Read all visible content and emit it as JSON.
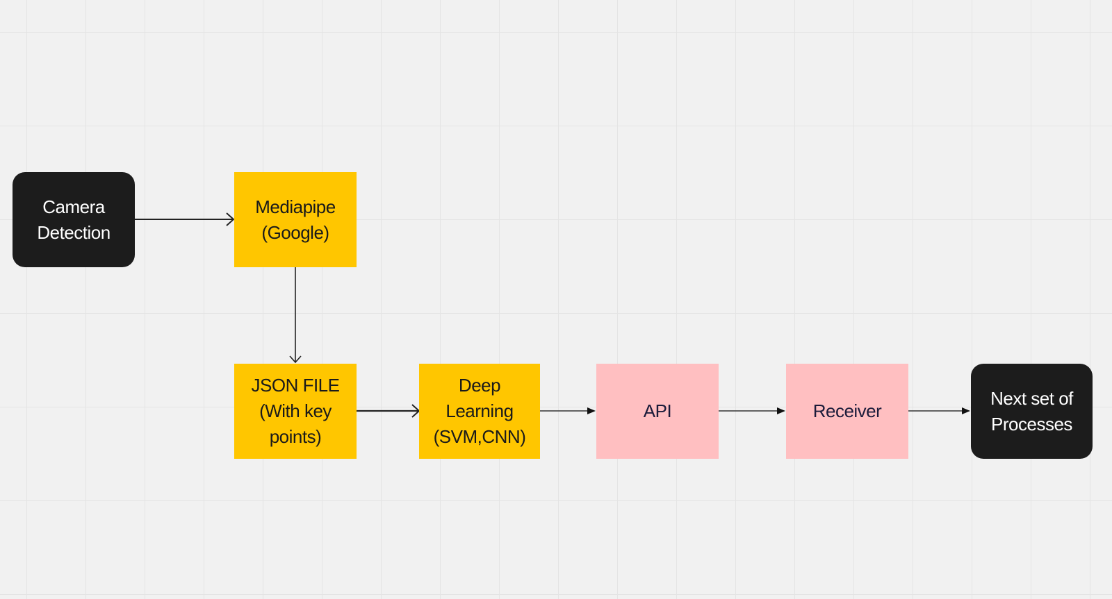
{
  "diagram": {
    "nodes": {
      "camera_detection": {
        "line1": "Camera",
        "line2": "Detection",
        "fill": "#1c1c1c"
      },
      "mediapipe": {
        "line1": "Mediapipe",
        "line2": "(Google)",
        "fill": "#ffc600"
      },
      "json_file": {
        "line1": "JSON FILE",
        "line2": "(With key points)",
        "fill": "#ffc600"
      },
      "deep_learning": {
        "line1": "Deep Learning",
        "line2": "(SVM,CNN)",
        "fill": "#ffc600"
      },
      "api": {
        "label": "API",
        "fill": "#ffbfc1"
      },
      "receiver": {
        "label": "Receiver",
        "fill": "#ffbfc1"
      },
      "next_processes": {
        "line1": "Next set of",
        "line2": "Processes",
        "fill": "#1c1c1c"
      }
    },
    "edges": [
      {
        "from": "camera_detection",
        "to": "mediapipe",
        "head": "open"
      },
      {
        "from": "mediapipe",
        "to": "json_file",
        "head": "open"
      },
      {
        "from": "json_file",
        "to": "deep_learning",
        "head": "open"
      },
      {
        "from": "deep_learning",
        "to": "api",
        "head": "filled"
      },
      {
        "from": "api",
        "to": "receiver",
        "head": "filled"
      },
      {
        "from": "receiver",
        "to": "next_processes",
        "head": "filled"
      }
    ]
  }
}
